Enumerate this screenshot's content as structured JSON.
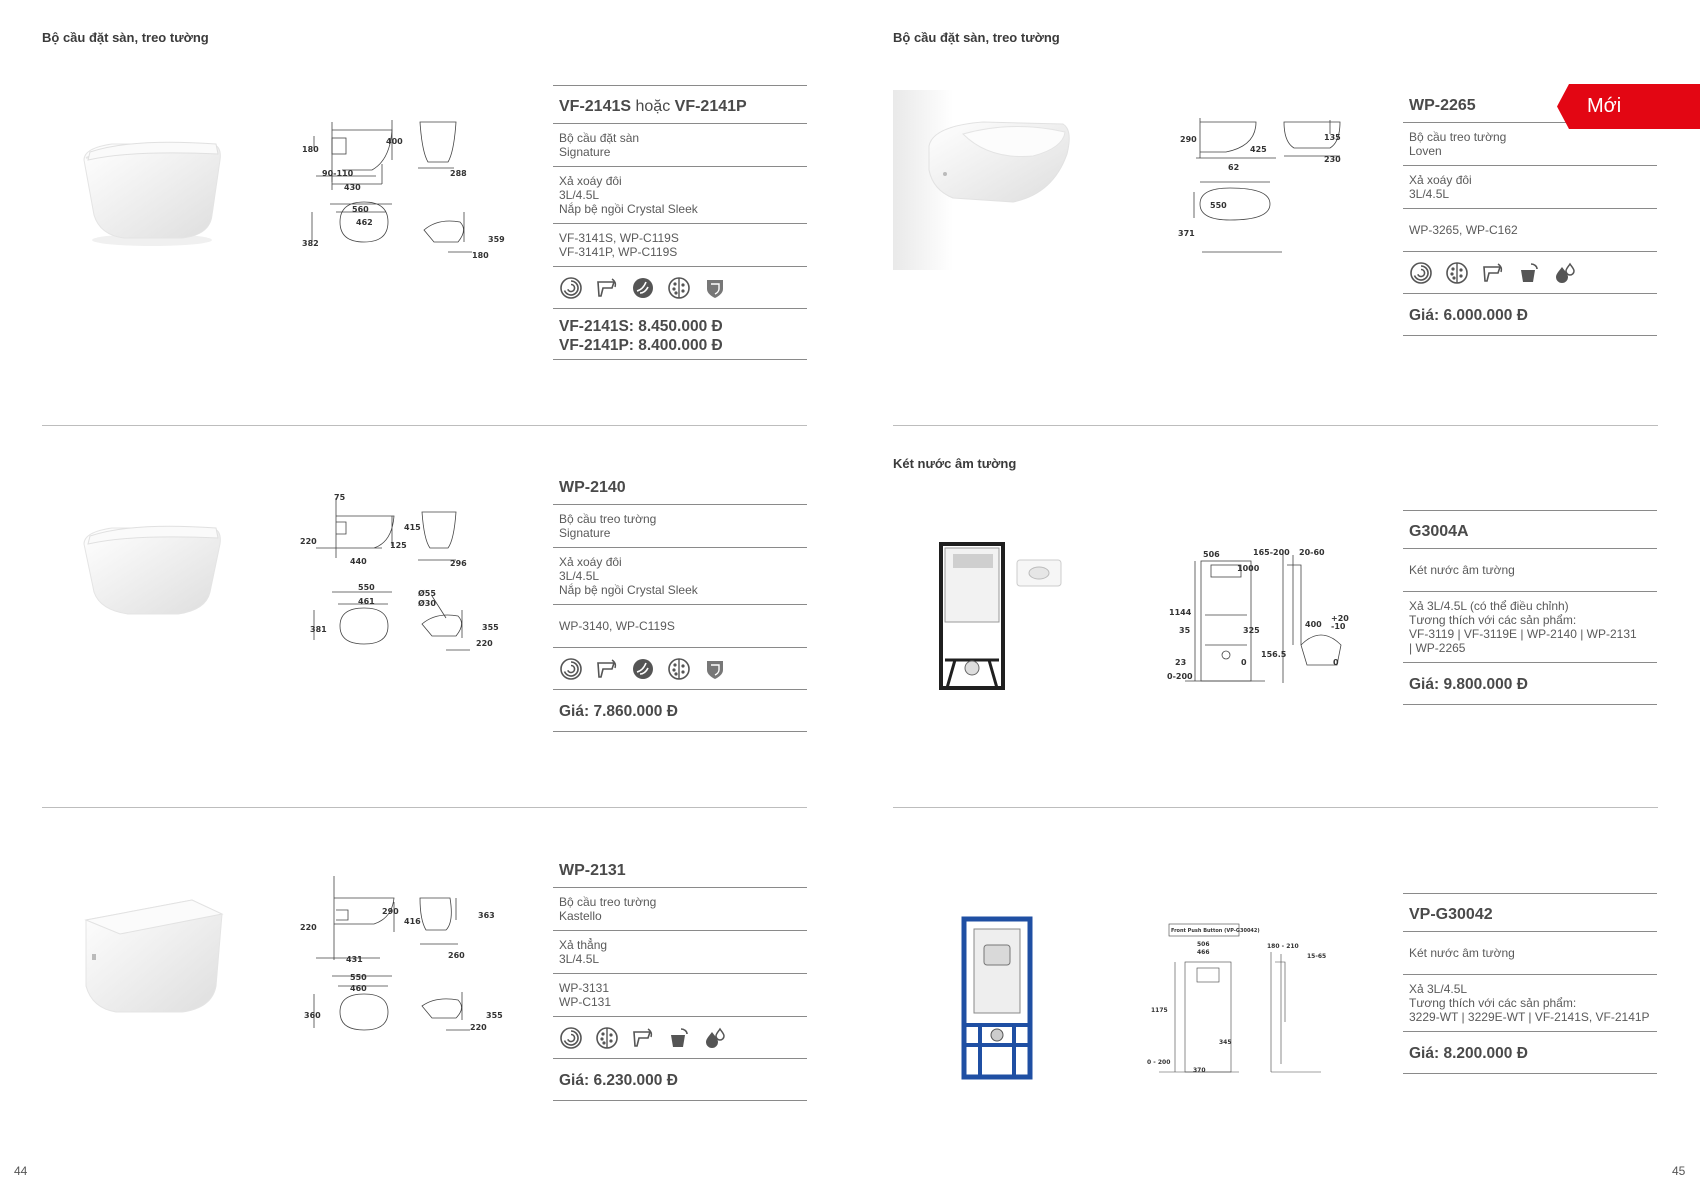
{
  "left_page": {
    "section_title": "Bộ cầu đặt sàn, treo tường",
    "page_number": "44",
    "products": [
      {
        "model_a": "VF-2141S",
        "model_conj": "hoặc",
        "model_b": "VF-2141P",
        "type_lines": [
          "Bộ cầu đặt sàn",
          "Signature"
        ],
        "feature_lines": [
          "Xả xoáy đôi",
          "3L/4.5L",
          "Nắp bệ ngồi Crystal Sleek"
        ],
        "compat_lines": [
          "VF-3141S, WP-C119S",
          "VF-3141P, WP-C119S"
        ],
        "price_lines": [
          "VF-2141S: 8.450.000 Đ",
          "VF-2141P: 8.400.000 Đ"
        ],
        "dims": [
          "180",
          "400",
          "90-110",
          "430",
          "288",
          "560",
          "462",
          "382",
          "359",
          "180"
        ]
      },
      {
        "model_a": "WP-2140",
        "type_lines": [
          "Bộ cầu treo tường",
          "Signature"
        ],
        "feature_lines": [
          "Xả xoáy đôi",
          "3L/4.5L",
          "Nắp bệ ngồi Crystal Sleek"
        ],
        "compat_lines": [
          "WP-3140, WP-C119S"
        ],
        "price_lines": [
          "Giá: 7.860.000 Đ"
        ],
        "dims": [
          "75",
          "220",
          "415",
          "125",
          "440",
          "296",
          "550",
          "461",
          "381",
          "Ø55",
          "Ø30",
          "355",
          "220"
        ]
      },
      {
        "model_a": "WP-2131",
        "type_lines": [
          "Bộ cầu treo tường",
          "Kastello"
        ],
        "feature_lines": [
          "Xả thẳng",
          "3L/4.5L"
        ],
        "compat_lines": [
          "WP-3131",
          "WP-C131"
        ],
        "price_lines": [
          "Giá: 6.230.000 Đ"
        ],
        "dims": [
          "220",
          "290",
          "416",
          "431",
          "363",
          "260",
          "550",
          "460",
          "360",
          "220",
          "355"
        ]
      }
    ]
  },
  "right_page": {
    "section_title": "Bộ cầu đặt sàn, treo tường",
    "section_title_2": "Két nước âm tường",
    "page_number": "45",
    "badge": "Mới",
    "products": [
      {
        "model_a": "WP-2265",
        "type_lines": [
          "Bộ cầu treo tường",
          "Loven"
        ],
        "feature_lines": [
          "Xả xoáy đôi",
          "3L/4.5L"
        ],
        "compat_lines": [
          "WP-3265, WP-C162"
        ],
        "price_lines": [
          "Giá: 6.000.000 Đ"
        ],
        "dims": [
          "290",
          "425",
          "62",
          "135",
          "230",
          "550",
          "371"
        ]
      },
      {
        "model_a": "G3004A",
        "type_lines": [
          "Két nước âm tường"
        ],
        "feature_lines": [
          "Xả 3L/4.5L (có thể điều chỉnh)",
          "Tương thích với các sản phẩm:",
          "VF-3119 | VF-3119E | WP-2140 | WP-2131",
          "| WP-2265"
        ],
        "price_lines": [
          "Giá: 9.800.000 Đ"
        ],
        "dims": [
          "506",
          "165-200",
          "20-60",
          "1000",
          "1144",
          "35",
          "325",
          "400",
          "+20",
          "-10",
          "23",
          "156.5",
          "0",
          "0",
          "0-200"
        ]
      },
      {
        "model_a": "VP-G30042",
        "type_lines": [
          "Két nước âm tường"
        ],
        "feature_lines": [
          "Xả 3L/4.5L",
          "Tương thích với các sản phẩm:",
          "3229-WT | 3229E-WT | VF-2141S, VF-2141P"
        ],
        "price_lines": [
          "Giá: 8.200.000 Đ"
        ],
        "dims": [
          "506",
          "466",
          "180 - 210",
          "15-65",
          "1175",
          "345",
          "0 - 200",
          "370"
        ]
      }
    ]
  },
  "colors": {
    "accent": "#e30613",
    "rule": "#8a8a8a",
    "text": "#4a4a4a"
  },
  "icon_names": [
    "swirl-flush-icon",
    "soft-close-seat-icon",
    "easy-clean-glaze-icon",
    "antibacterial-icon",
    "shield-coating-icon",
    "rimless-icon",
    "water-saving-icon"
  ]
}
